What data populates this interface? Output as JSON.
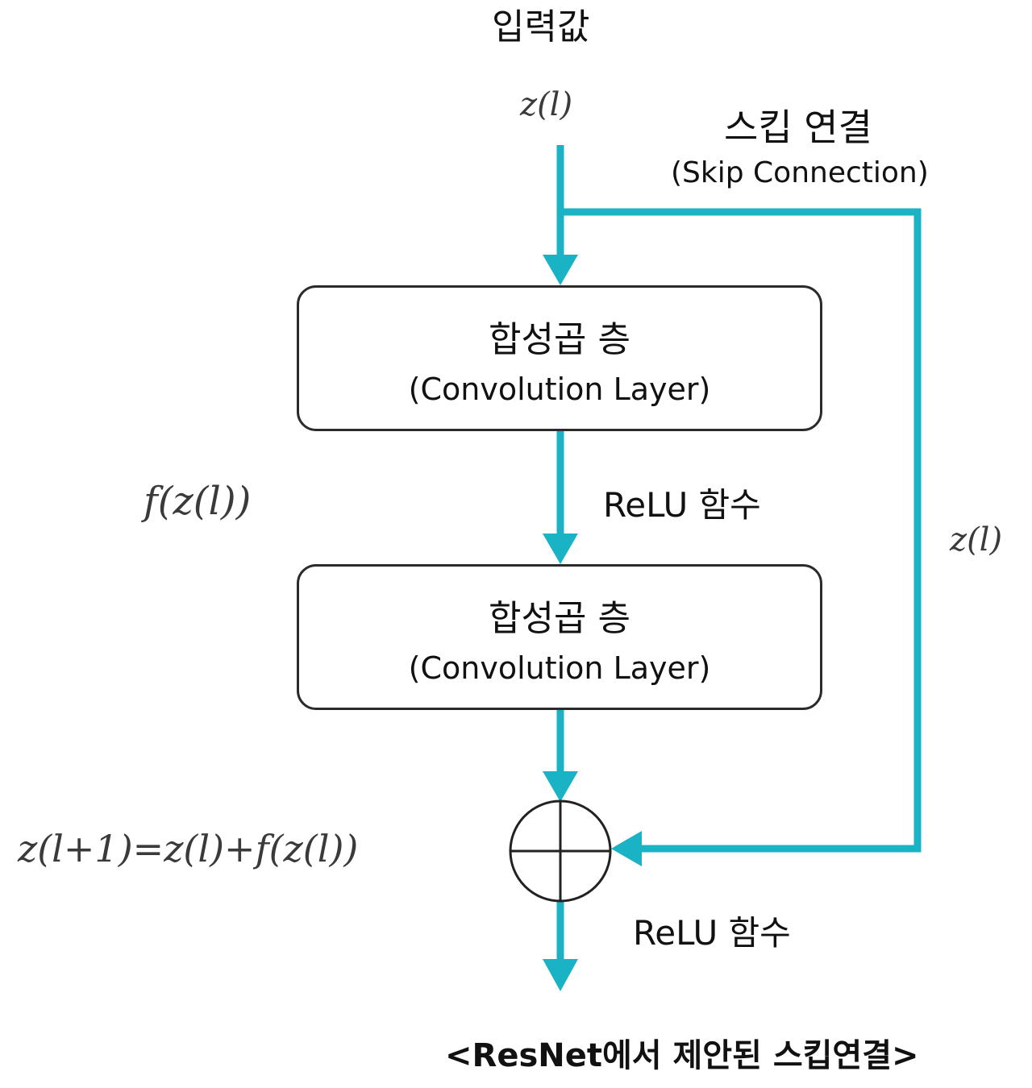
{
  "input": {
    "title": "입력값",
    "var": "z(l)"
  },
  "skip": {
    "title": "스킵 연결",
    "subtitle": "(Skip Connection)",
    "var": "z(l)"
  },
  "layers": [
    {
      "title": "합성곱 층",
      "subtitle": "(Convolution Layer)"
    },
    {
      "title": "합성곱 층",
      "subtitle": "(Convolution Layer)"
    }
  ],
  "activations": [
    "ReLU 함수",
    "ReLU 함수"
  ],
  "formulas": {
    "f": "f(z(l))",
    "sum": "z(l+1)=z(l)+f(z(l))"
  },
  "caption": "<ResNet에서 제안된 스킵연결>",
  "colors": {
    "arrow": "#1ab3c6",
    "box_border": "#2b2b2b",
    "text": "#111111"
  }
}
